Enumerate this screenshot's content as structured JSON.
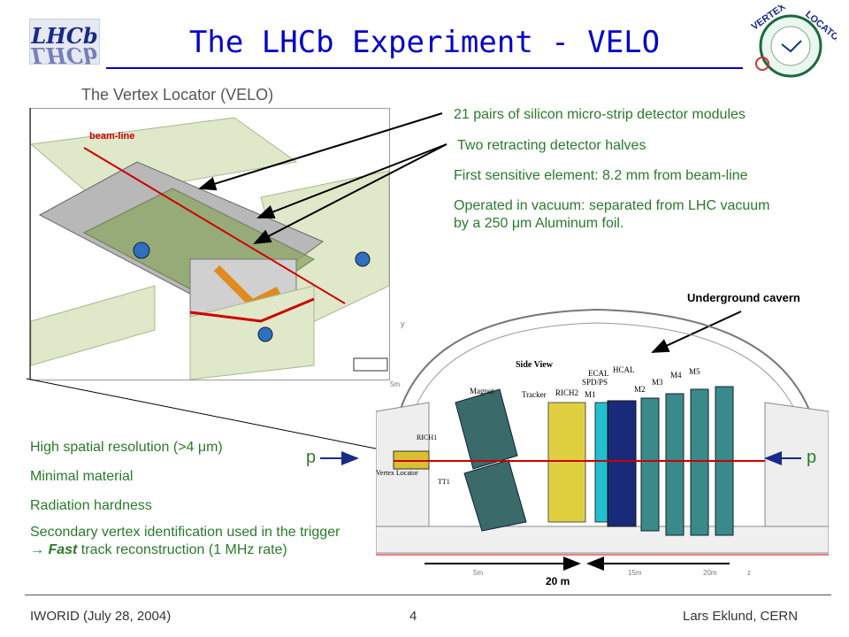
{
  "header": {
    "title": "The LHCb Experiment - VELO",
    "lhcb_logo_text": "LHCb",
    "velo_logo_text_top": "VERTEX",
    "velo_logo_text_right": "LOCATOR"
  },
  "subtitle": "The Vertex Locator (VELO)",
  "velo_figure": {
    "beam_line_label": "beam-line"
  },
  "right_notes": [
    "21 pairs of silicon micro-strip detector modules",
    "Two retracting detector halves",
    "First sensitive element: 8.2 mm from beam-line",
    "Operated in vacuum: separated from LHC vacuum by a 250 μm Aluminum foil."
  ],
  "cavern": {
    "label": "Underground cavern",
    "side_view": "Side View",
    "magnet": "Magnet",
    "tracker": "Tracker",
    "rich2": "RICH2",
    "m1": "M1",
    "ecal": "ECAL",
    "spd_ps": "SPD/PS",
    "hcal": "HCAL",
    "m2": "M2",
    "m3": "M3",
    "m4": "M4",
    "m5": "M5",
    "rich1": "RICH1",
    "tt1": "TT1",
    "vertex_locator": "Vertex Locator",
    "y": "y",
    "z": "z",
    "five_m_y": "5m",
    "five_m": "5m",
    "fifteen_m": "15m",
    "twenty_m": "20m",
    "p_left": "p",
    "p_right": "p",
    "scale": "20 m"
  },
  "left_notes": [
    "High spatial resolution (>4 μm)",
    "Minimal material",
    "Radiation hardness"
  ],
  "trigger_note": {
    "line1": "Secondary vertex identification used in the trigger",
    "arrow": "→",
    "fast": "Fast",
    "rest": " track reconstruction (1 MHz rate)"
  },
  "footer": {
    "left": "IWORID (July 28, 2004)",
    "page": "4",
    "right": "Lars Eklund, CERN"
  },
  "colors": {
    "title": "#0000cc",
    "notes": "#2a7a2a",
    "beam": "#cc0000"
  }
}
